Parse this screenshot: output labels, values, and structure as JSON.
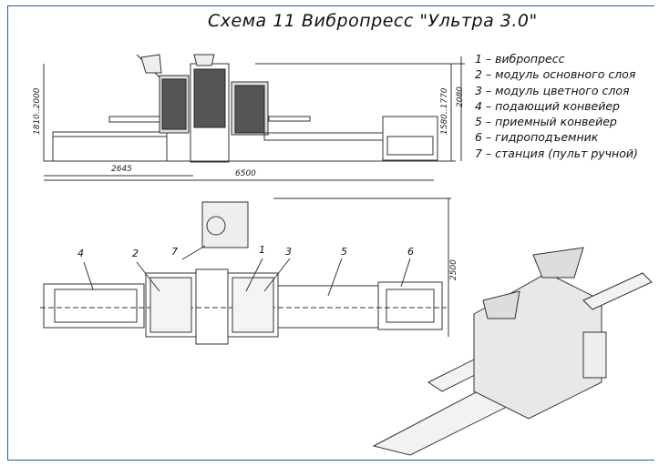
{
  "title": "Схема 11 Вибропресс \"Ультра 3.0\"",
  "legend": [
    "1 – вибропресс",
    "2 – модуль основного слоя",
    "3 – модуль цветного слоя",
    "4 – подающий конвейер",
    "5 – приемный конвейер",
    "6 – гидроподъемник",
    "7 – станция (пульт ручной)"
  ],
  "dimensions": {
    "height_left": "1810..2000",
    "height_mid": "1580..1770",
    "height_right": "2080",
    "width_partial": "2645",
    "width_total": "6500",
    "depth": "2500"
  },
  "callouts": [
    "1",
    "2",
    "3",
    "4",
    "5",
    "6",
    "7"
  ],
  "colors": {
    "frame": "#2a5aa8",
    "line": "#333333"
  }
}
